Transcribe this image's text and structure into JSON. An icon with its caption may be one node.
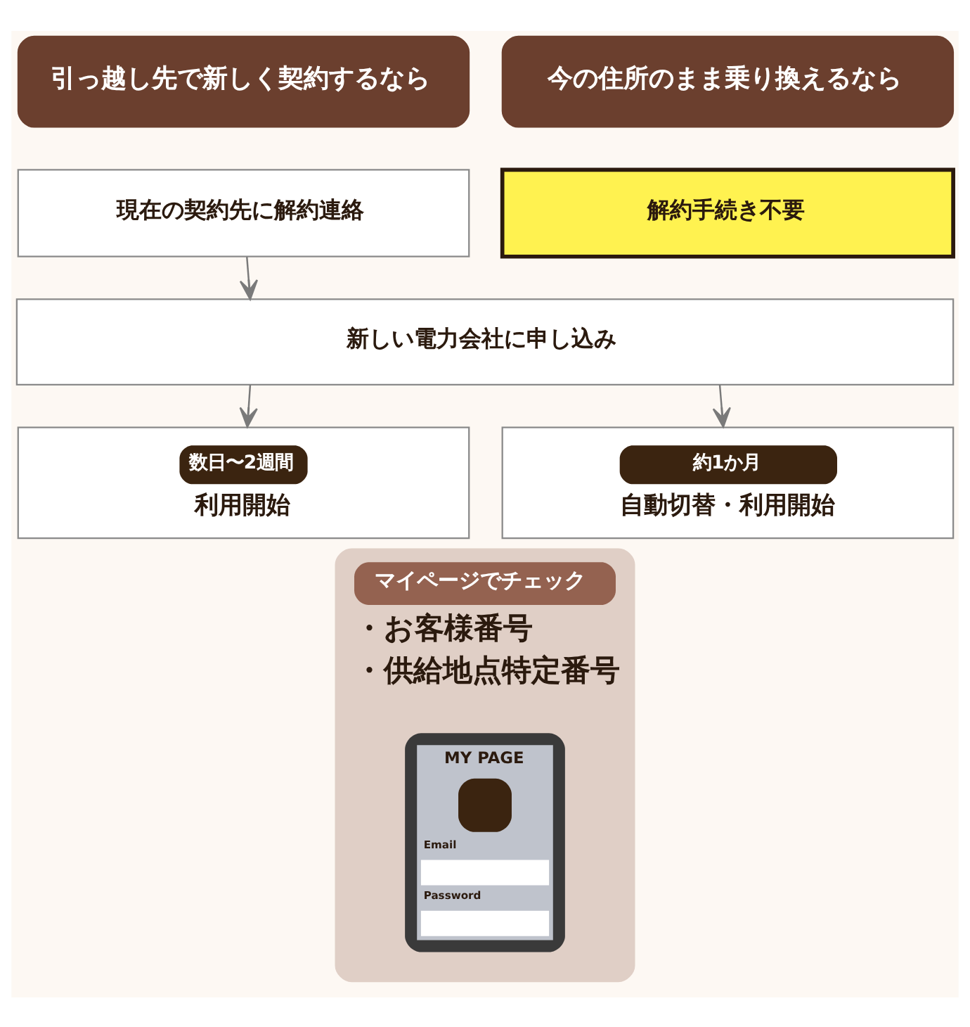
{
  "diagram": {
    "nodes": [
      {
        "text": [
          "引っ越し先で新しく契約するなら"
        ]
      },
      {
        "text": [
          "今の住所のまま乗り換えるなら"
        ]
      },
      {
        "text": [
          "現在の契約先に解約連絡"
        ]
      },
      {
        "text": [
          "解約手続き不要"
        ]
      },
      {
        "text": [
          "新しい電力会社に申し込み"
        ]
      },
      {
        "text": [
          "数日〜2週間",
          "利用開始"
        ]
      },
      {
        "text": [
          "約1か月",
          "自動切替・利用開始"
        ]
      },
      {
        "text": [
          "マイページでチェック",
          "・お客様番号",
          "・供給地点特定番号"
        ]
      },
      {
        "text": [
          "MY PAGE",
          "Email",
          "Password"
        ],
        "in": 7
      }
    ],
    "edges": [
      {
        "from": 2,
        "to": 4,
        "arrow": "to"
      },
      {
        "from": 4,
        "to": 5,
        "arrow": "to"
      },
      {
        "from": 4,
        "to": 6,
        "arrow": "to"
      }
    ]
  }
}
